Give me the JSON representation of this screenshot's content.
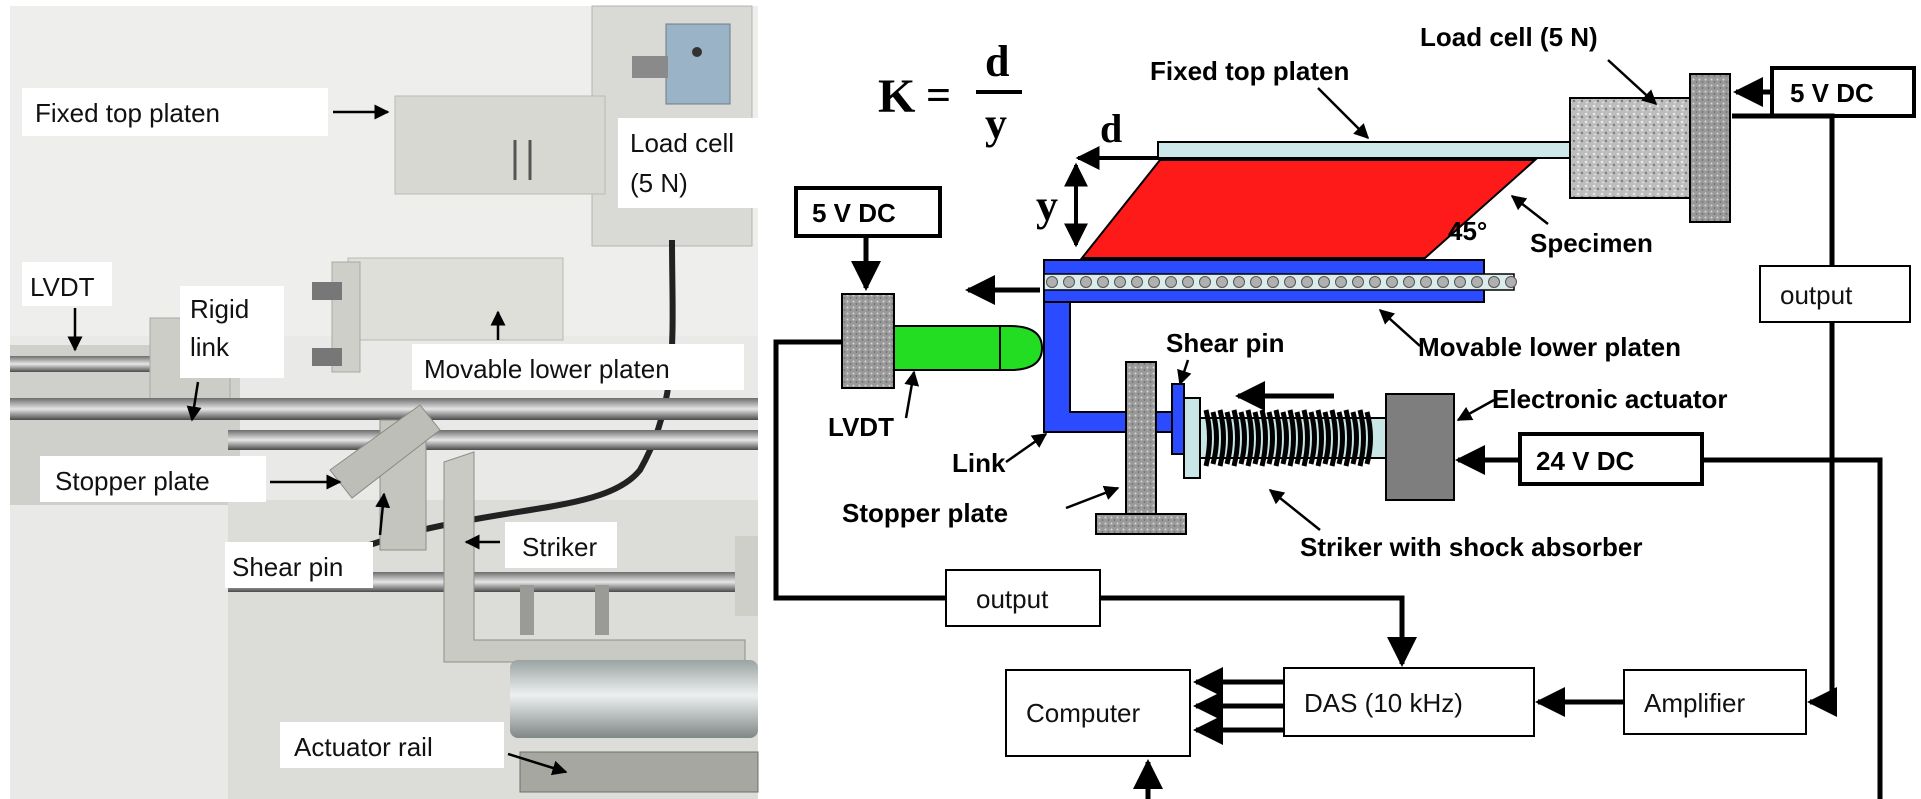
{
  "photo": {
    "labels": {
      "fixed_top_platen": "Fixed top platen",
      "load_cell_line1": "Load cell",
      "load_cell_line2": "(5 N)",
      "lvdt": "LVDT",
      "rigid_link_line1": "Rigid",
      "rigid_link_line2": "link",
      "movable_lower_platen": "Movable lower platen",
      "stopper_plate": "Stopper plate",
      "shear_pin": "Shear pin",
      "striker": "Striker",
      "actuator_rail": "Actuator rail"
    }
  },
  "schematic": {
    "formula": {
      "lhs": "K",
      "equals": "=",
      "numerator": "d",
      "denominator": "y"
    },
    "dim_d": "d",
    "dim_y": "y",
    "angle": "45°",
    "labels": {
      "load_cell": "Load cell (5 N)",
      "fixed_top_platen": "Fixed top platen",
      "power_top": "5 V DC",
      "power_lvdt": "5 V DC",
      "power_actuator": "24 V DC",
      "specimen": "Specimen",
      "movable_lower_platen": "Movable lower platen",
      "shear_pin": "Shear pin",
      "electronic_actuator": "Electronic actuator",
      "lvdt": "LVDT",
      "link": "Link",
      "stopper_plate": "Stopper plate",
      "striker": "Striker with shock absorber",
      "output_right": "output",
      "output_left": "output",
      "computer": "Computer",
      "das": "DAS (10 kHz)",
      "amplifier": "Amplifier"
    },
    "colors": {
      "specimen": "#ff1a1a",
      "movable_platen": "#2a4bff",
      "lvdt_probe": "#22dd22",
      "fixed_platen": "#cde8e8",
      "striker": "#c9e6e6"
    }
  }
}
